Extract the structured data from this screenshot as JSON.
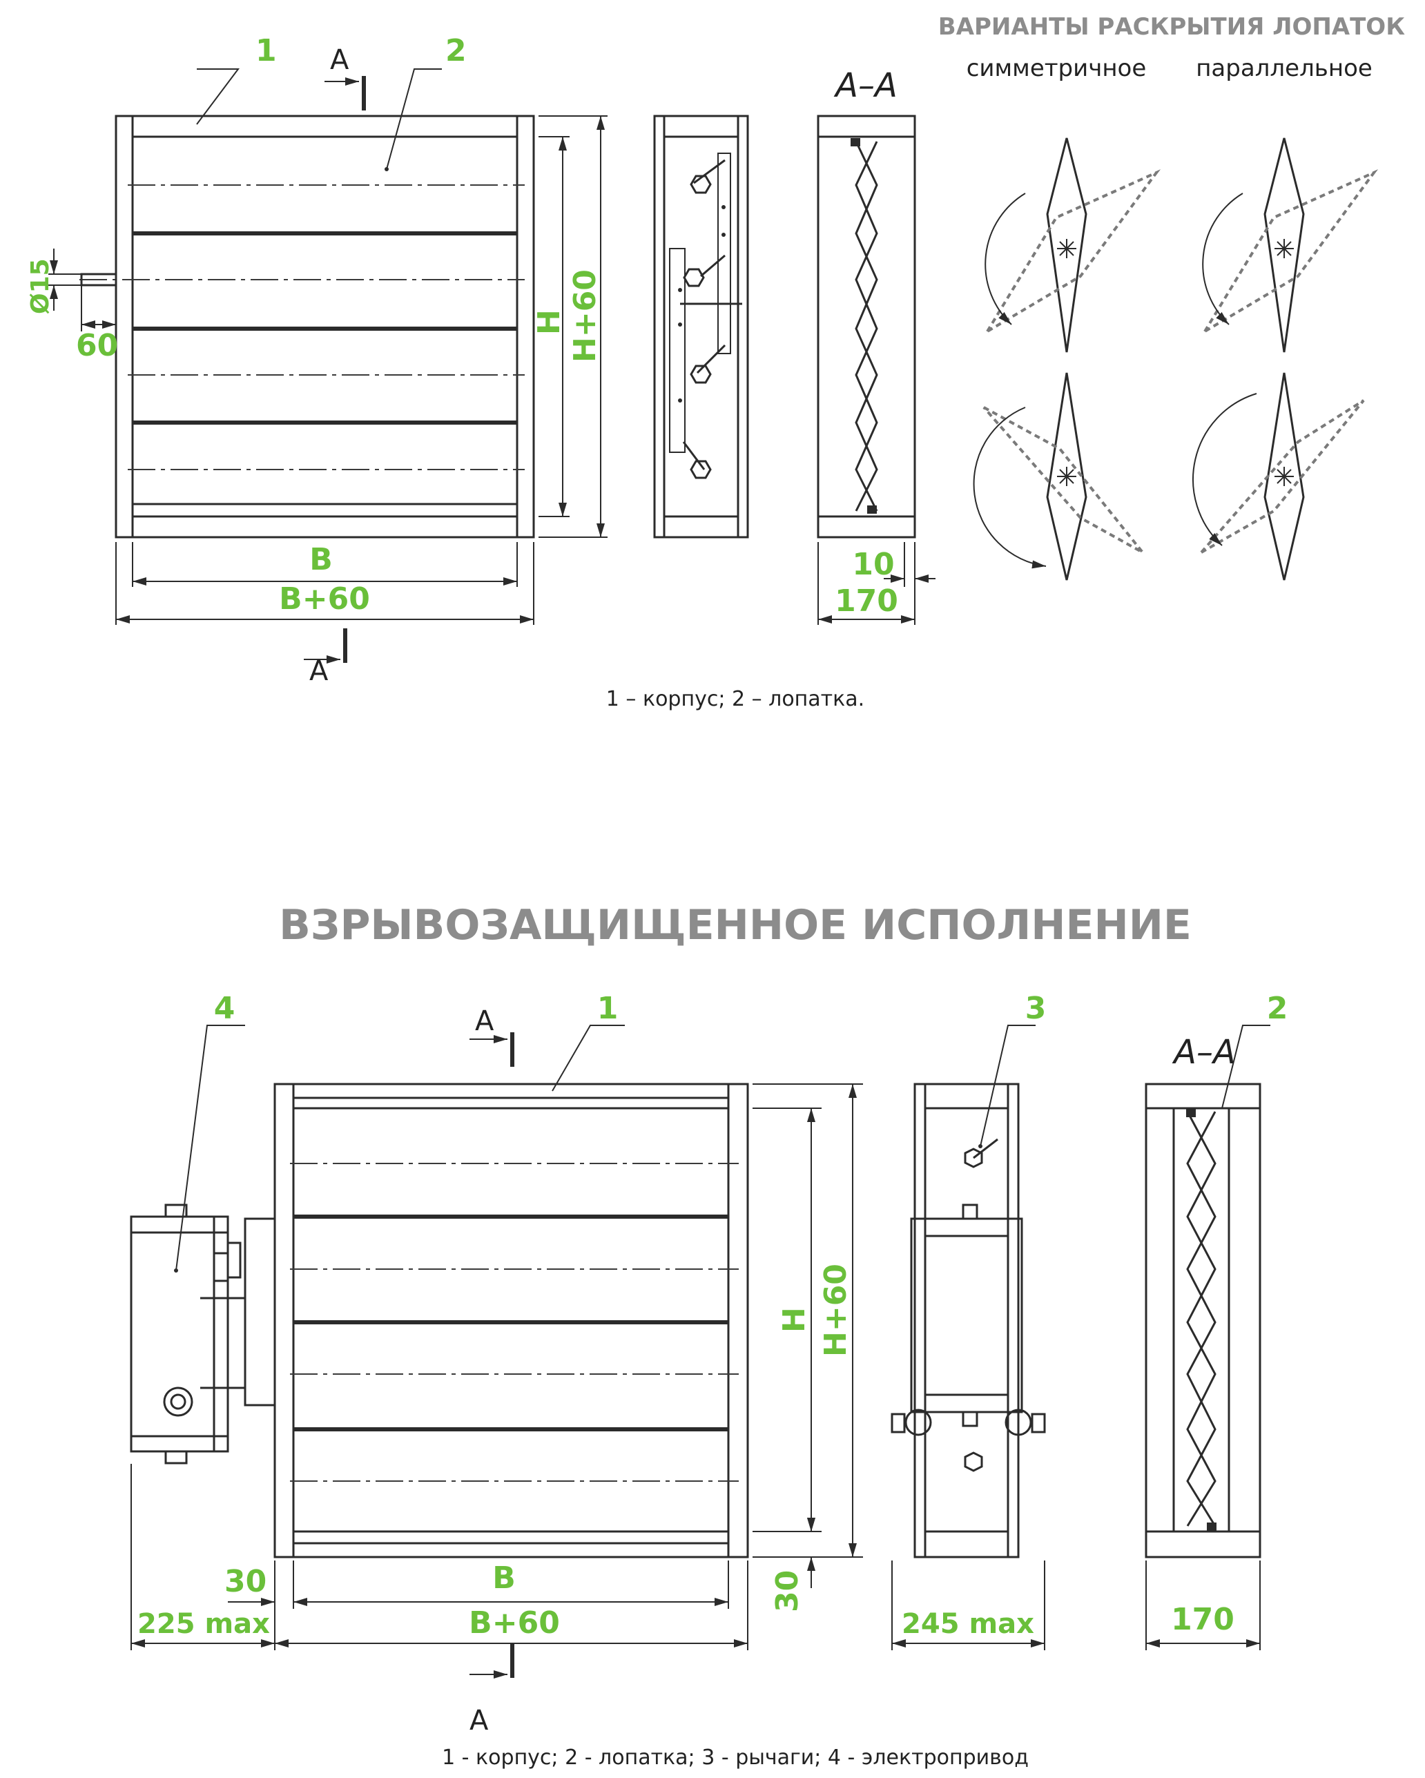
{
  "top": {
    "variants_title": "ВАРИАНТЫ РАСКРЫТИЯ ЛОПАТОК",
    "variant_symmetric": "симметричное",
    "variant_parallel": "параллельное",
    "section_label": "A–A",
    "section_mark": "A",
    "callout_1": "1",
    "callout_2": "2",
    "dim_shaft_dia": "Ø15",
    "dim_shaft_len": "60",
    "dim_h": "H",
    "dim_h60": "H+60",
    "dim_b": "B",
    "dim_b60": "B+60",
    "dim_10": "10",
    "dim_170": "170",
    "caption": "1 – корпус; 2 – лопатка."
  },
  "bottom": {
    "title": "ВЗРЫВОЗАЩИЩЕННОЕ ИСПОЛНЕНИЕ",
    "section_label": "A–A",
    "section_mark": "A",
    "callout_1": "1",
    "callout_2": "2",
    "callout_3": "3",
    "callout_4": "4",
    "dim_30_left": "30",
    "dim_225": "225 max",
    "dim_b": "B",
    "dim_b60": "B+60",
    "dim_30_right": "30",
    "dim_h": "H",
    "dim_h60": "H+60",
    "dim_245": "245 max",
    "dim_170": "170",
    "caption": "1 - корпус; 2 - лопатка; 3 - рычаги; 4 - электропривод"
  },
  "colors": {
    "accent_green": "#6abf3a",
    "title_gray": "#8c8c8c",
    "line": "#2b2b2b"
  }
}
